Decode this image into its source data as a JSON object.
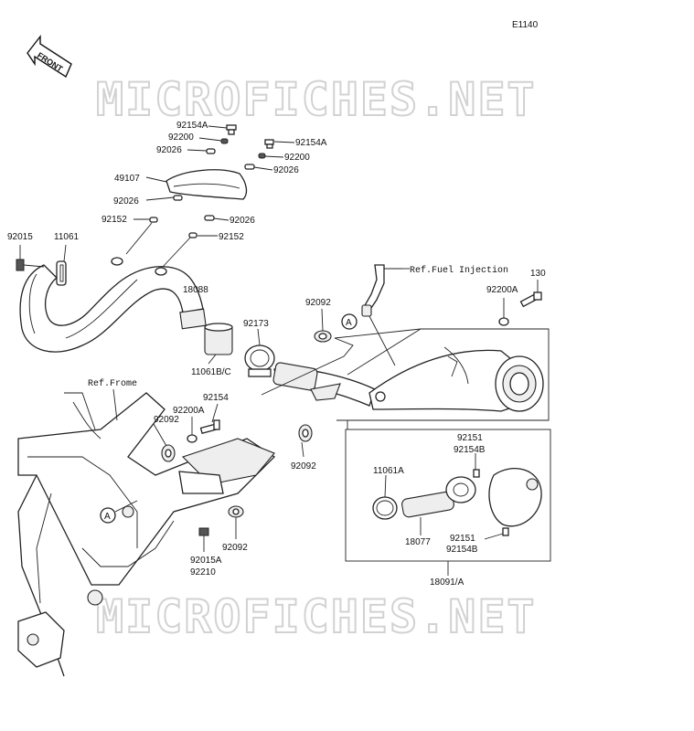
{
  "diagram_code": "E1140",
  "front_arrow_label": "FRONT",
  "watermark_text": "MICROFICHES.NET",
  "refs": {
    "fuel_injection": "Ref.Fuel Injection",
    "frame": "Ref.Frome"
  },
  "callout": "A",
  "parts": {
    "p92154A_top": "92154A",
    "p92200_top": "92200",
    "p92026_top": "92026",
    "p92154A_right": "92154A",
    "p92200_right": "92200",
    "p92026_right": "92026",
    "p49107": "49107",
    "p92026_mid_left": "92026",
    "p92152_left": "92152",
    "p92026_mid_right": "92026",
    "p92152_right": "92152",
    "p92015": "92015",
    "p11061": "11061",
    "p18088": "18088",
    "p92173": "92173",
    "p11061BC": "11061B/C",
    "p92092_top": "92092",
    "p130": "130",
    "p92200A_right": "92200A",
    "p92154": "92154",
    "p92200A_left": "92200A",
    "p92092_left": "92092",
    "p92092_mid": "92092",
    "p92092_bottom": "92092",
    "p92015A": "92015A",
    "p92210": "92210",
    "p11061A": "11061A",
    "p92151_top": "92151",
    "p92154B_top": "92154B",
    "p18077": "18077",
    "p92151_bottom": "92151",
    "p92154B_bottom": "92154B",
    "p18091A": "18091/A"
  }
}
